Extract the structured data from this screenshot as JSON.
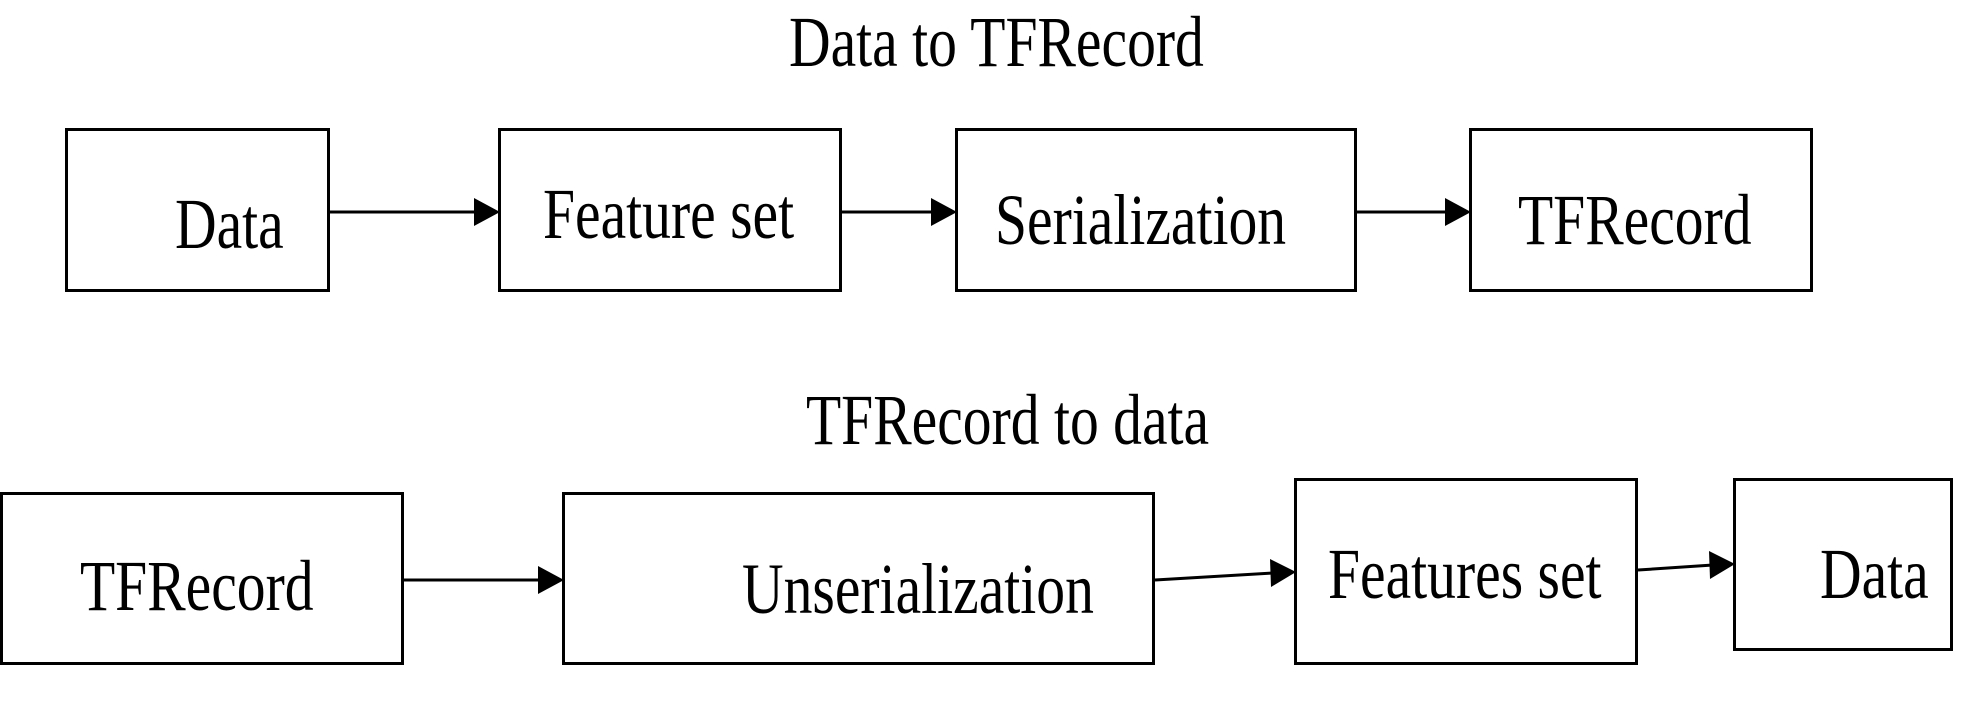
{
  "top_flow": {
    "title": "Data to TFRecord",
    "steps": [
      "Data",
      "Feature set",
      "Serialization",
      "TFRecord"
    ]
  },
  "bottom_flow": {
    "title": "TFRecord to data",
    "steps": [
      "TFRecord",
      "Unserialization",
      "Features set",
      "Data"
    ]
  },
  "colors": {
    "line": "#000000",
    "background": "#ffffff"
  }
}
